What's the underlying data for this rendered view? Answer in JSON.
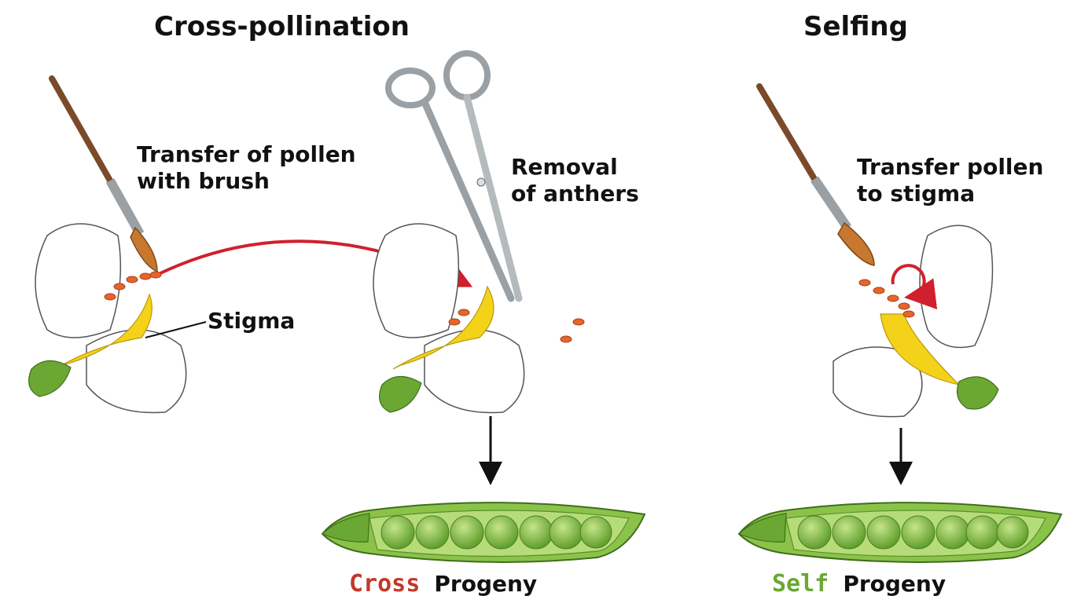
{
  "titles": {
    "cross": "Cross-pollination",
    "self": "Selfing"
  },
  "labels": {
    "brush_transfer": [
      "Transfer of pollen",
      "with brush"
    ],
    "removal": [
      "Removal",
      "of anthers"
    ],
    "stigma": "Stigma",
    "self_transfer": [
      "Transfer pollen",
      "to stigma"
    ]
  },
  "captions": {
    "cross": {
      "prefix": "Cross",
      "word": "Progeny"
    },
    "self": {
      "prefix": "Self",
      "word": "Progeny"
    }
  },
  "colors": {
    "cross_prefix": "#c0392b",
    "self_prefix": "#6aa833",
    "arrow_red": "#d0202e",
    "stigma_yellow": "#f4d21a",
    "anther_orange": "#e8642a",
    "pod_green": "#7cb342",
    "pea_green": "#8bc34a"
  }
}
